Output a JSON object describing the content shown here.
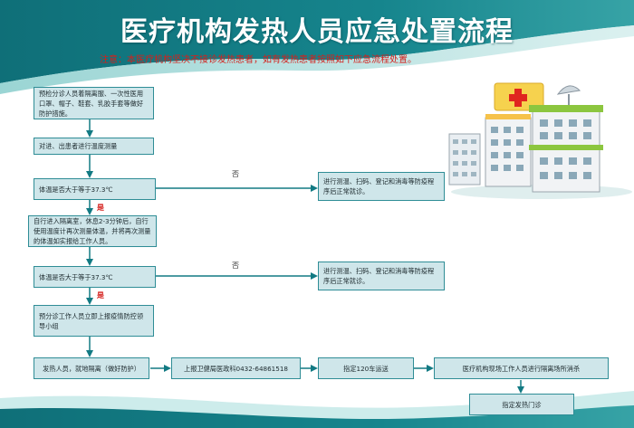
{
  "title": "医疗机构发热人员应急处置流程",
  "notice": "注意：本医疗机构坚决不接诊发热患者，如有发热患者按照如下应急流程处置。",
  "colors": {
    "teal_dark": "#127a83",
    "teal_light": "#7fc6c8",
    "box_fill": "#cfe6ea",
    "box_border": "#2f8d96",
    "arrow": "#127a83",
    "notice_red": "#d4201c"
  },
  "steps": {
    "precheck": "预检分诊人员着隔离服、一次性医用口罩、帽子、鞋套、乳胶手套等做好防护措施。",
    "measure": "对进、出患者进行温度测量",
    "q1": "体温是否大于等于37.3℃",
    "normal1": "进行测温、扫码、登记和消毒等防疫程序后正常就诊。",
    "isolate": "自行进入隔离室，休息2-3分钟后，自行使用温度计再次测量体温，并将再次测量的体温如实报给工作人员。",
    "q2": "体温是否大于等于37.3℃",
    "normal2": "进行测温、扫码、登记和消毒等防疫程序后正常就诊。",
    "report": "预分诊工作人员立即上报疫情防控领导小组",
    "fever": "发热人员，就地隔离（做好防护）",
    "health": "上报卫健局医政科0432-64861518",
    "ambulance": "指定120车运送",
    "disinfect": "医疗机构现场工作人员进行隔离场所消杀",
    "clinic": "指定发热门诊"
  },
  "labels": {
    "no1": "否",
    "yes1": "是",
    "no2": "否",
    "yes2": "是"
  },
  "icons": [
    "hospital-illustration",
    "satellite-dish-icon",
    "red-cross-icon"
  ]
}
